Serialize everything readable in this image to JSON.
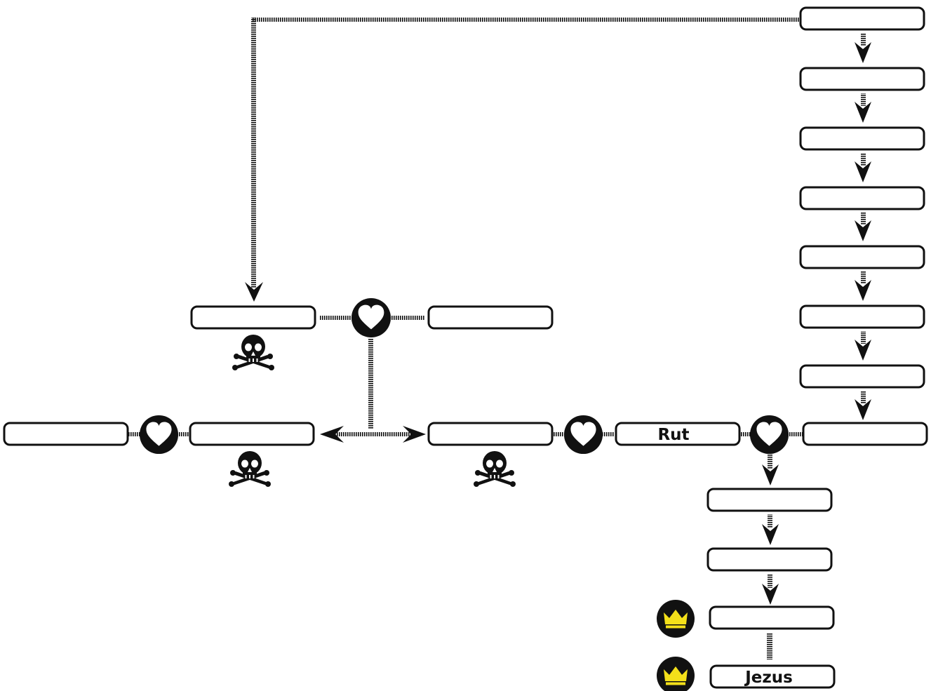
{
  "diagram": {
    "type": "family-tree",
    "line_color": "#111111",
    "badge_color": "#111111",
    "crown_color": "#f4e01a",
    "names": {
      "rut": "Rut",
      "jezus": "Jezus"
    },
    "relation_icons": {
      "marriage": "heart-icon",
      "death": "skull-crossbones-icon",
      "king": "crown-icon"
    }
  }
}
